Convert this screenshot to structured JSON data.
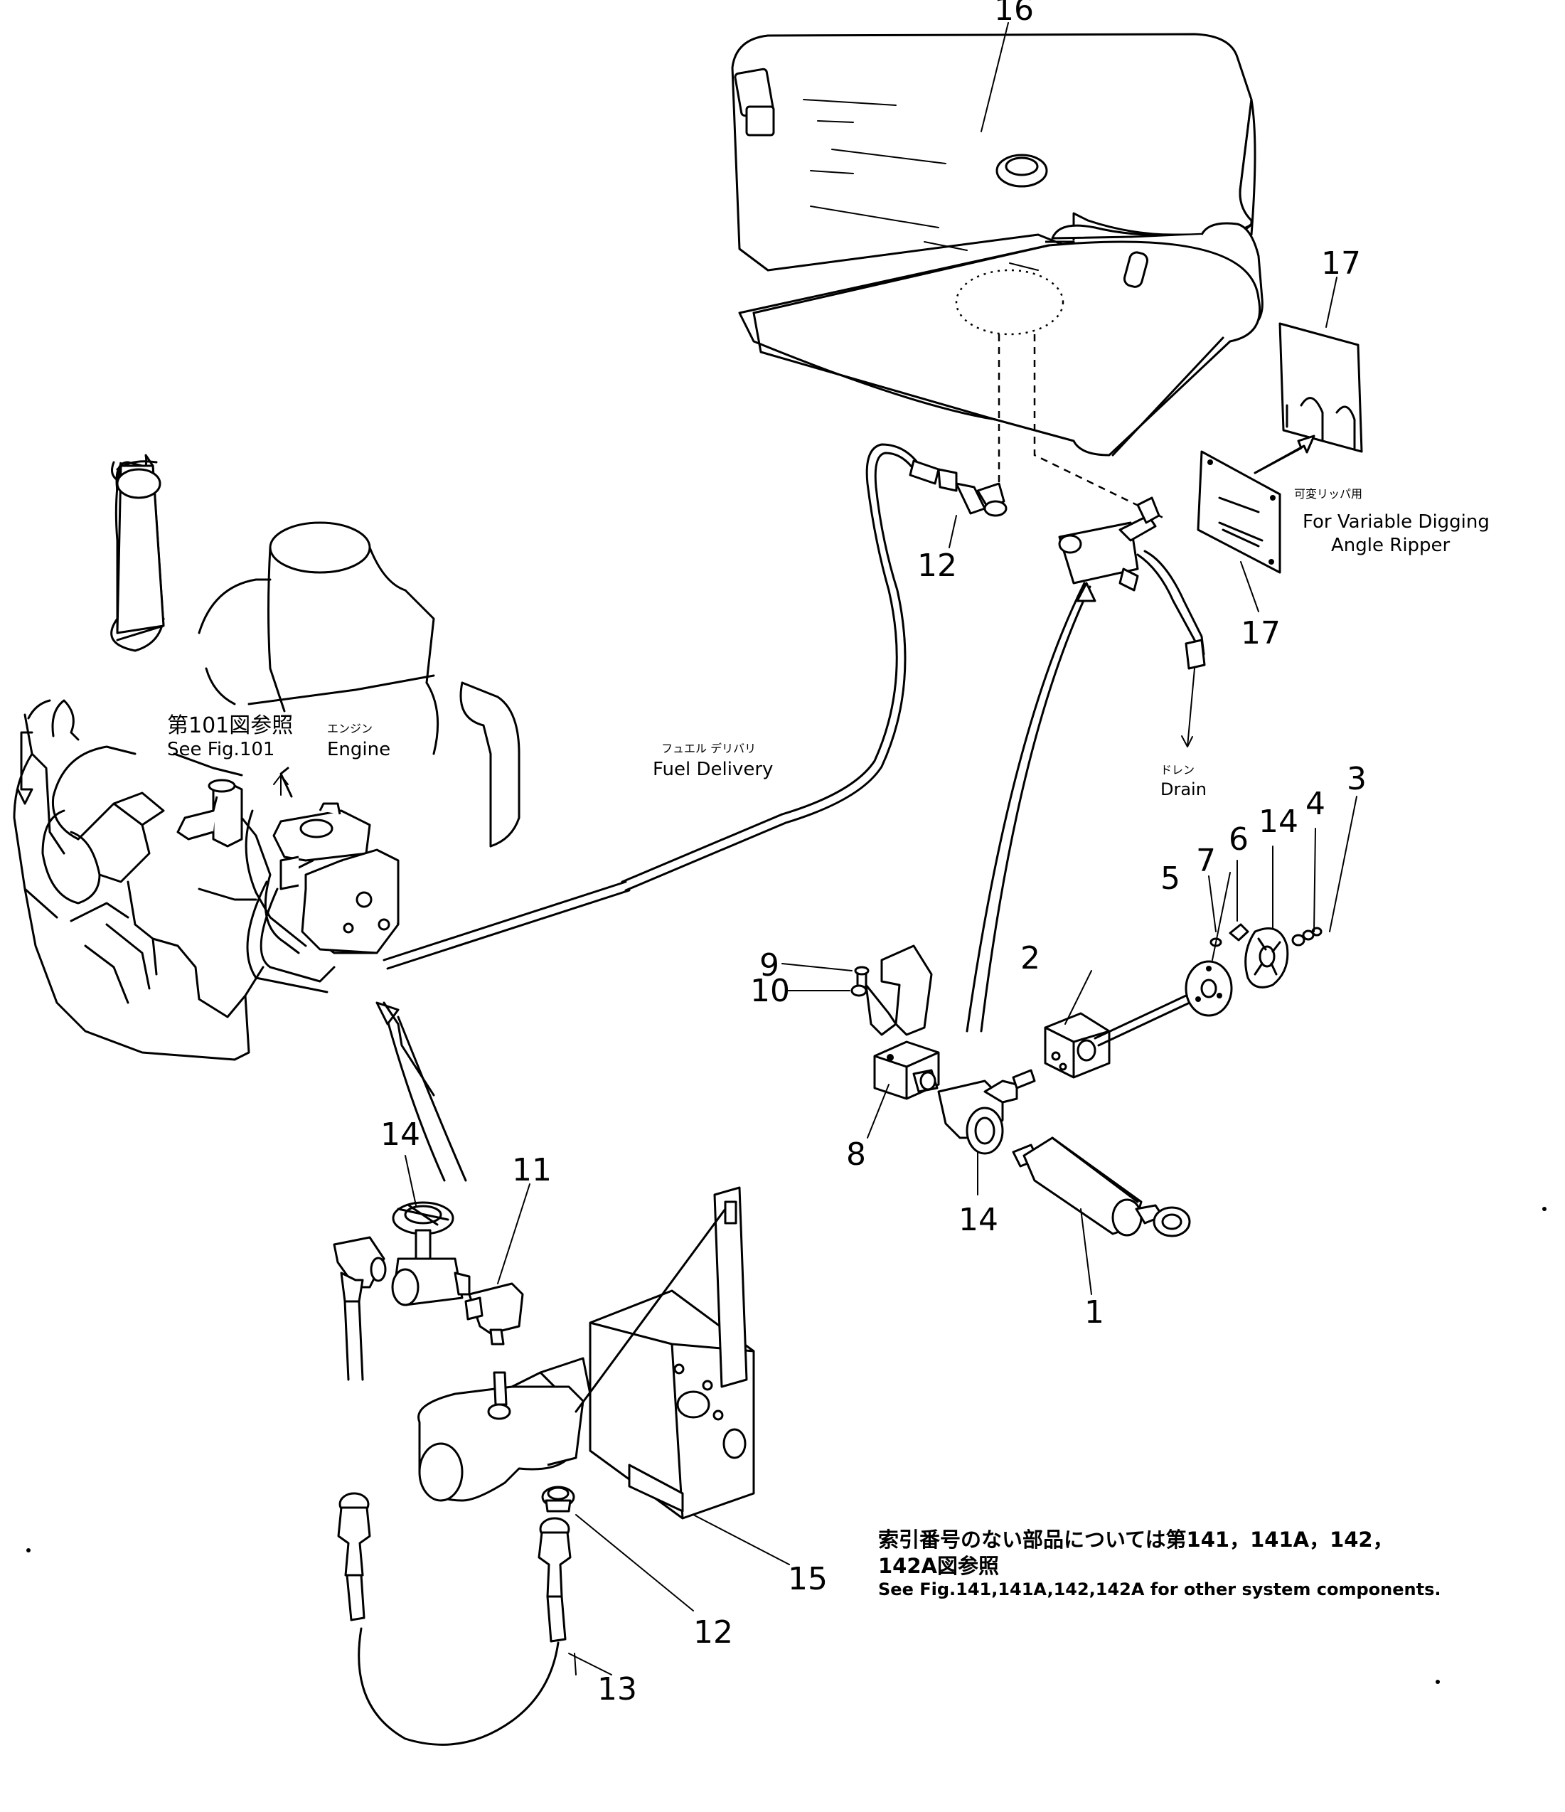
{
  "callouts": {
    "c1": "1",
    "c2": "2",
    "c3": "3",
    "c4": "4",
    "c5": "5",
    "c6": "6",
    "c7": "7",
    "c8": "8",
    "c9": "9",
    "c10": "10",
    "c11": "11",
    "c12a": "12",
    "c12b": "12",
    "c13": "13",
    "c14a": "14",
    "c14b": "14",
    "c14c": "14",
    "c15": "15",
    "c16": "16",
    "c17a": "17",
    "c17b": "17"
  },
  "labels": {
    "engine_ref_jp": "第101図参照",
    "engine_jp": "エンジン",
    "engine_ref": "See Fig.101",
    "engine": "Engine",
    "fuel_delivery_jp": "フュエル デリバリ",
    "fuel_delivery": "Fuel Delivery",
    "drain_jp": "ドレン",
    "drain": "Drain",
    "ripper_jp": "可変リッパ用",
    "ripper_line1": "For Variable Digging",
    "ripper_line2": "Angle Ripper"
  },
  "footnote": {
    "jp_line1": "索引番号のない部品については第141，141A，142，",
    "jp_line2": "142A図参照",
    "en": "See Fig.141,141A,142,142A for other system components."
  }
}
